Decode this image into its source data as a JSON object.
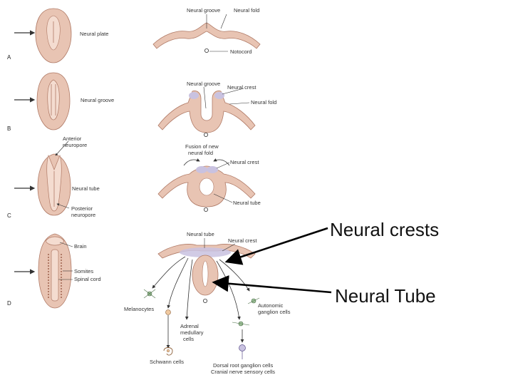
{
  "colors": {
    "tissue": "#e8c4b3",
    "tissue_stroke": "#b07a66",
    "crest": "#c9c2e0",
    "ink": "#333333"
  },
  "stages": {
    "a": {
      "letter": "A",
      "side_label": "Neural plate",
      "top_left": "Neural groove",
      "top_right": "Neural fold",
      "bottom": "Notocord"
    },
    "b": {
      "letter": "B",
      "side_label": "Neural groove",
      "top_left": "Neural groove",
      "crest": "Neural crest",
      "fold": "Neural fold"
    },
    "c": {
      "letter": "C",
      "anterior": "Anterior neuropore",
      "side_label": "Neural tube",
      "posterior": "Posterior neuropore",
      "fusion": "Fusion of new neural fold",
      "crest": "Neural crest",
      "tube": "Neural tube"
    },
    "d": {
      "letter": "D",
      "brain": "Brain",
      "somites": "Somites",
      "spinal_cord": "Spinal cord",
      "tube": "Neural tube",
      "crest": "Neural crest"
    }
  },
  "derivatives": {
    "melanocytes": "Melanocytes",
    "adrenal": "Adrenal medullary cells",
    "schwann": "Schwann cells",
    "autonomic": "Autonomic ganglion cells",
    "dorsal_root": "Dorsal root ganglion cells",
    "cranial_nerve": "Cranial nerve sensory cells"
  },
  "annotations": {
    "neural_crests": "Neural crests",
    "neural_tube": "Neural Tube"
  }
}
